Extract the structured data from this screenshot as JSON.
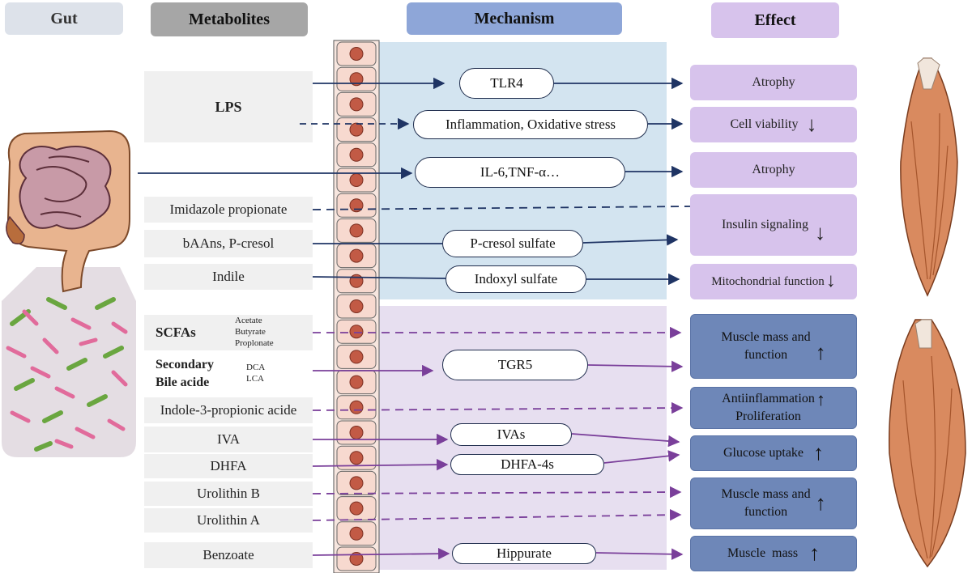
{
  "headers": {
    "gut": "Gut",
    "metabolites": "Metabolites",
    "mechanism": "Mechanism",
    "effect": "Effect"
  },
  "metabolites": {
    "lps": "LPS",
    "imidazole": "Imidazole propionate",
    "baans": "bAAns, P-cresol",
    "indile": "Indile",
    "scfas": "SCFAs",
    "scfas_sub": [
      "Acetate",
      "Butyrate",
      "Proplonate"
    ],
    "secondary1": "Secondary",
    "secondary2": "Bile acide",
    "secondary_sub": [
      "DCA",
      "LCA"
    ],
    "indole3": "Indole-3-propionic acide",
    "iva": "IVA",
    "dhfa": "DHFA",
    "urolithin_b": "Urolithin B",
    "urolithin_a": "Urolithin A",
    "benzoate": "Benzoate"
  },
  "mechanisms": {
    "tlr4": "TLR4",
    "inflammation": "Inflammation, Oxidative stress",
    "il6": "IL-6,TNF-α…",
    "pcresol_sulfate": "P-cresol sulfate",
    "indoxyl_sulfate": "Indoxyl sulfate",
    "tgr5": "TGR5",
    "ivas": "IVAs",
    "dhfa4s": "DHFA-4s",
    "hippurate": "Hippurate"
  },
  "effects": {
    "atrophy1": "Atrophy",
    "cell_viability": "Cell viability",
    "atrophy2": "Atrophy",
    "insulin": "Insulin signaling",
    "mito": "Mitochondrial function",
    "muscle1a": "Muscle mass and",
    "muscle1b": "function",
    "anti1": "Antiinflammation",
    "anti2": "Proliferation",
    "glucose": "Glucose uptake",
    "muscle2a": "Muscle mass and",
    "muscle2b": "function",
    "muscle_mass": "Muscle  mass"
  },
  "colors": {
    "header_gut": "#dde2ea",
    "header_metab": "#a6a6a6",
    "header_mech": "#8ea6d8",
    "header_effect": "#d7c3ec",
    "mech_blue_bg": "#d3e4f0",
    "mech_purple_bg": "#e7dff0",
    "navy": "#1f3464",
    "purple": "#7a3f9a"
  }
}
